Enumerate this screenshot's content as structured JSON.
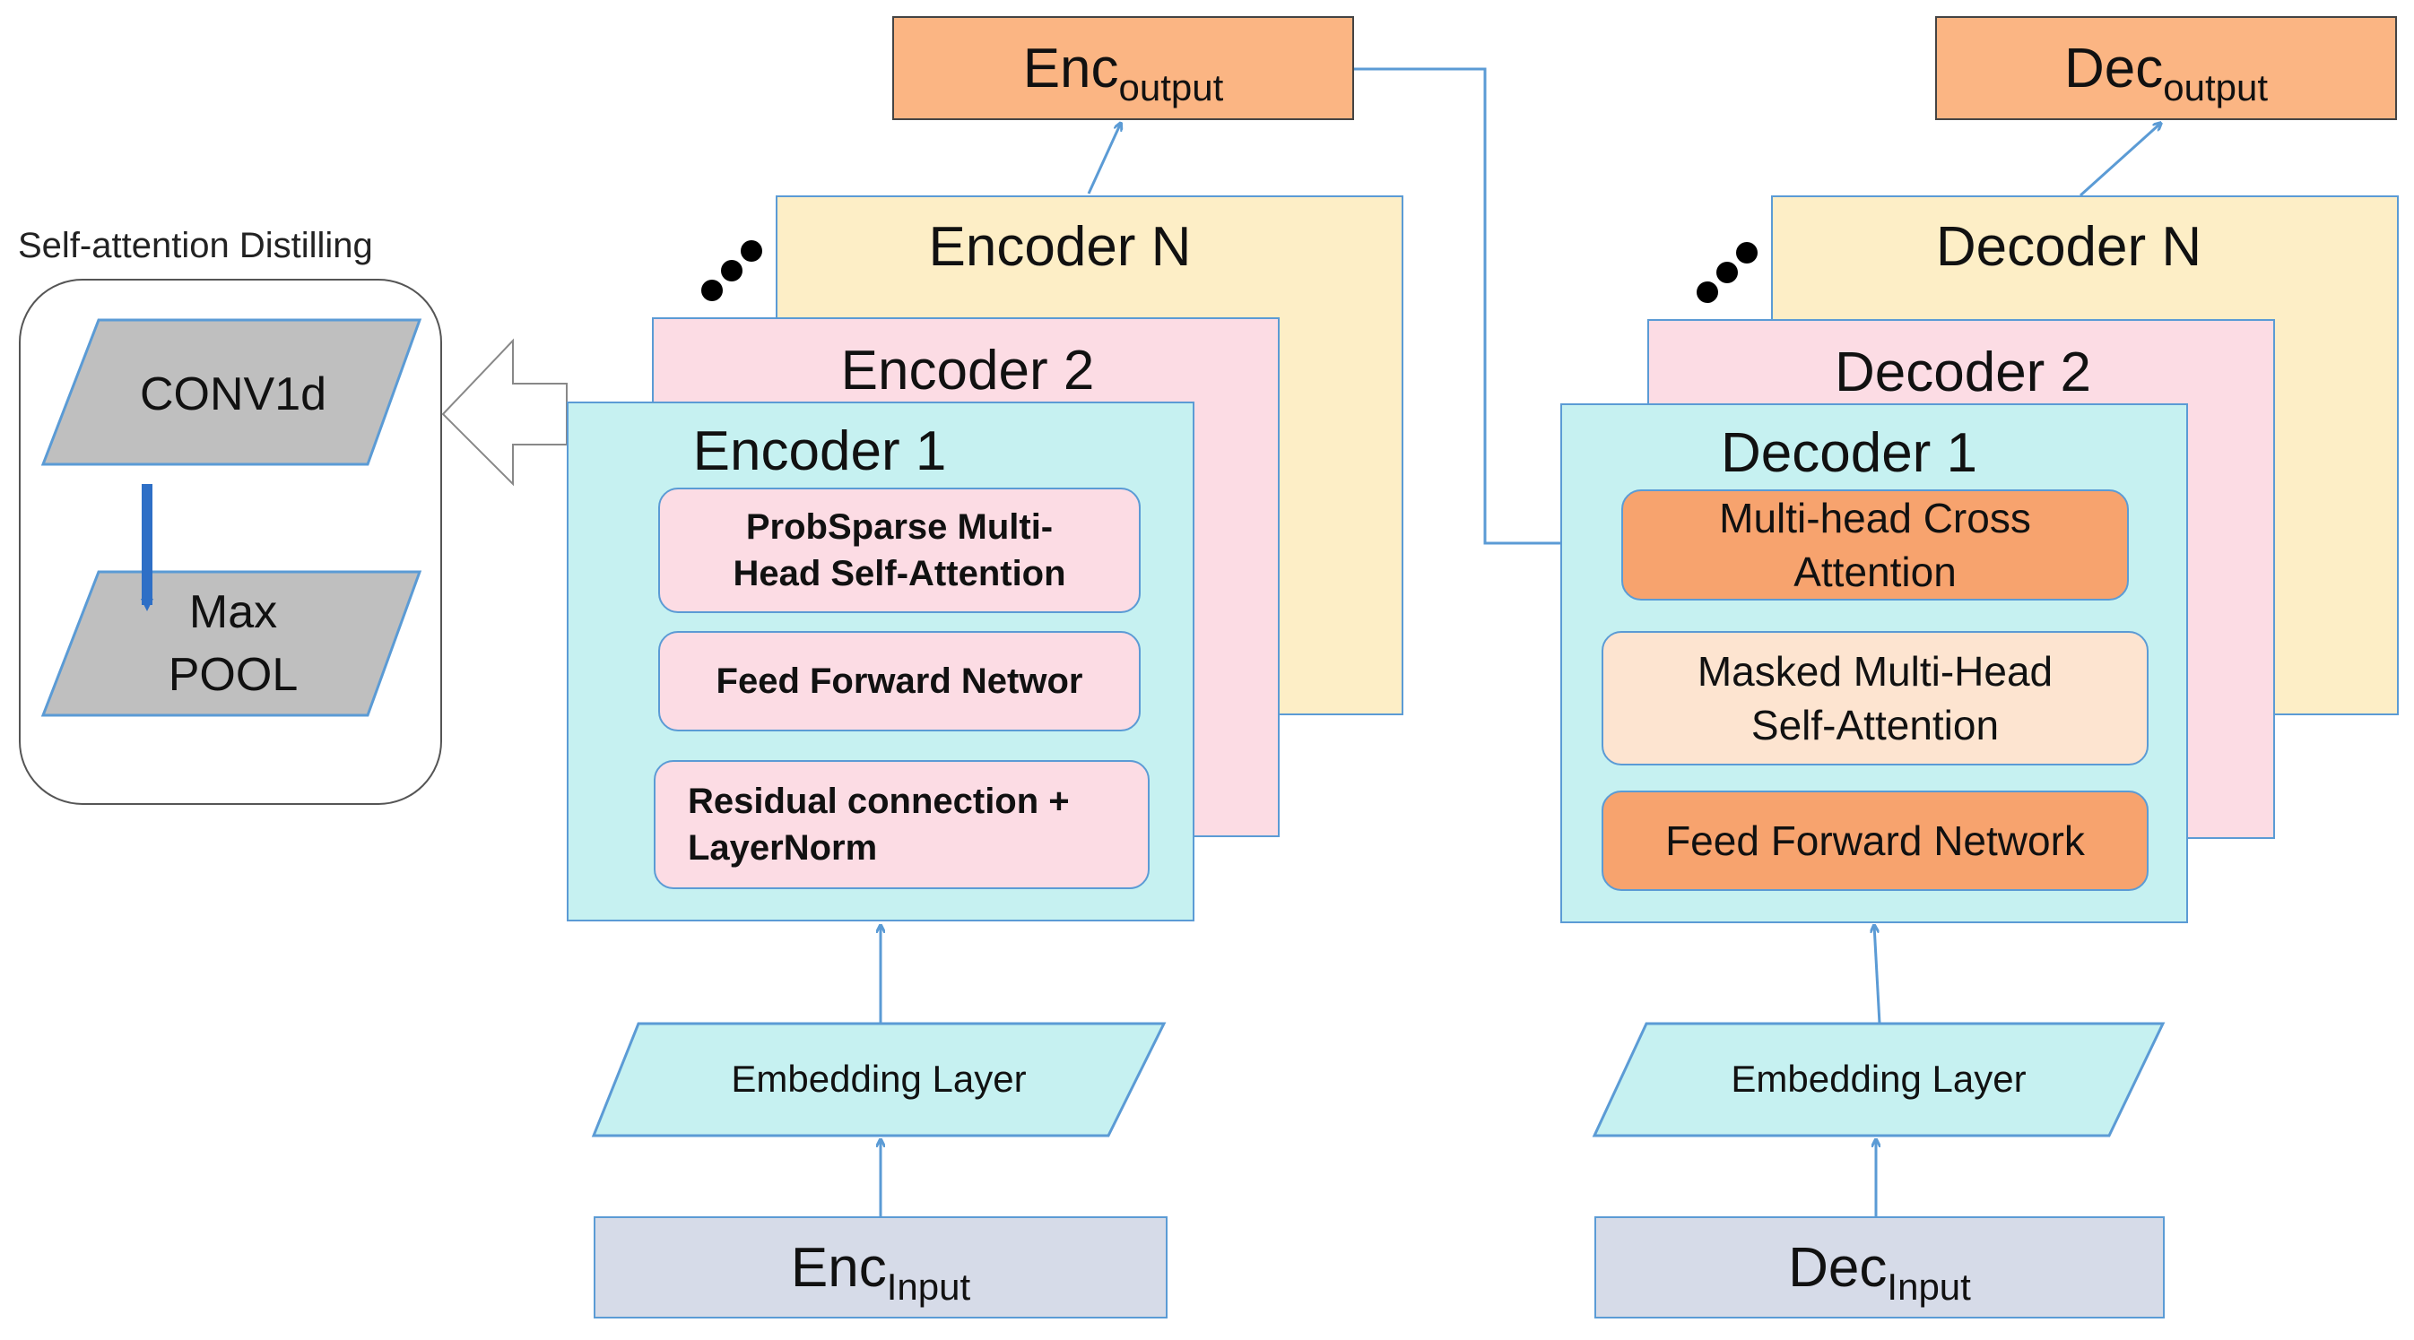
{
  "distill": {
    "label": "Self-attention Distilling",
    "conv": "CONV1d",
    "pool_line1": "Max",
    "pool_line2": "POOL"
  },
  "encoder": {
    "output_main": "Enc",
    "output_sub": "output",
    "layer_n": "Encoder N",
    "layer_2": "Encoder 2",
    "layer_1": "Encoder 1",
    "attention_line1": "ProbSparse Multi-",
    "attention_line2": "Head Self-Attention",
    "feed_forward": "Feed Forward Networ",
    "residual_line1": "Residual connection +",
    "residual_line2": "LayerNorm",
    "embedding": "Embedding Layer",
    "input_main": "Enc",
    "input_sub": "Input"
  },
  "decoder": {
    "output_main": "Dec",
    "output_sub": "output",
    "layer_n": "Decoder N",
    "layer_2": "Decoder 2",
    "layer_1": "Decoder 1",
    "cross_line1": "Multi-head Cross",
    "cross_line2": "Attention",
    "masked_line1": "Masked Multi-Head",
    "masked_line2": "Self-Attention",
    "feed_forward": "Feed Forward Network",
    "embedding": "Embedding Layer",
    "input_main": "Dec",
    "input_sub": "Input"
  },
  "colors": {
    "border_blue": "#5b9bd5",
    "orange": "#fbb583",
    "orange_strong": "#f7a36e",
    "peach": "#fde4d0",
    "yellow": "#fdeec6",
    "pink": "#fcdce4",
    "cyan": "#c6f1f1",
    "gray_blue": "#d6dbe8",
    "gray": "#bfbfbf",
    "arrow_dark_blue": "#2e6fc6"
  }
}
